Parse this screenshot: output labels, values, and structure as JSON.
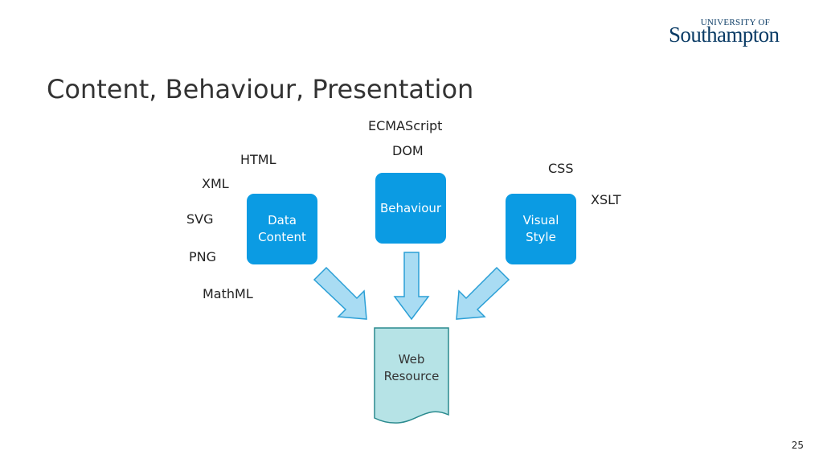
{
  "logo": {
    "top": "UNIVERSITY OF",
    "main": "Southampton"
  },
  "title": "Content, Behaviour, Presentation",
  "technologies": {
    "data_content": [
      "HTML",
      "XML",
      "SVG",
      "PNG",
      "MathML"
    ],
    "behaviour": [
      "ECMAScript",
      "DOM"
    ],
    "visual_style": [
      "CSS",
      "XSLT"
    ]
  },
  "boxes": {
    "data_content": "Data Content",
    "behaviour": "Behaviour",
    "visual_style": "Visual Style"
  },
  "output": "Web Resource",
  "page_number": "25",
  "colors": {
    "box_fill": "#0b9be3",
    "arrow_fill": "#a9dcf3",
    "arrow_stroke": "#2a9fd6",
    "document_fill": "#b6e3e6",
    "document_stroke": "#2a8a8e",
    "logo": "#0b3c66"
  }
}
